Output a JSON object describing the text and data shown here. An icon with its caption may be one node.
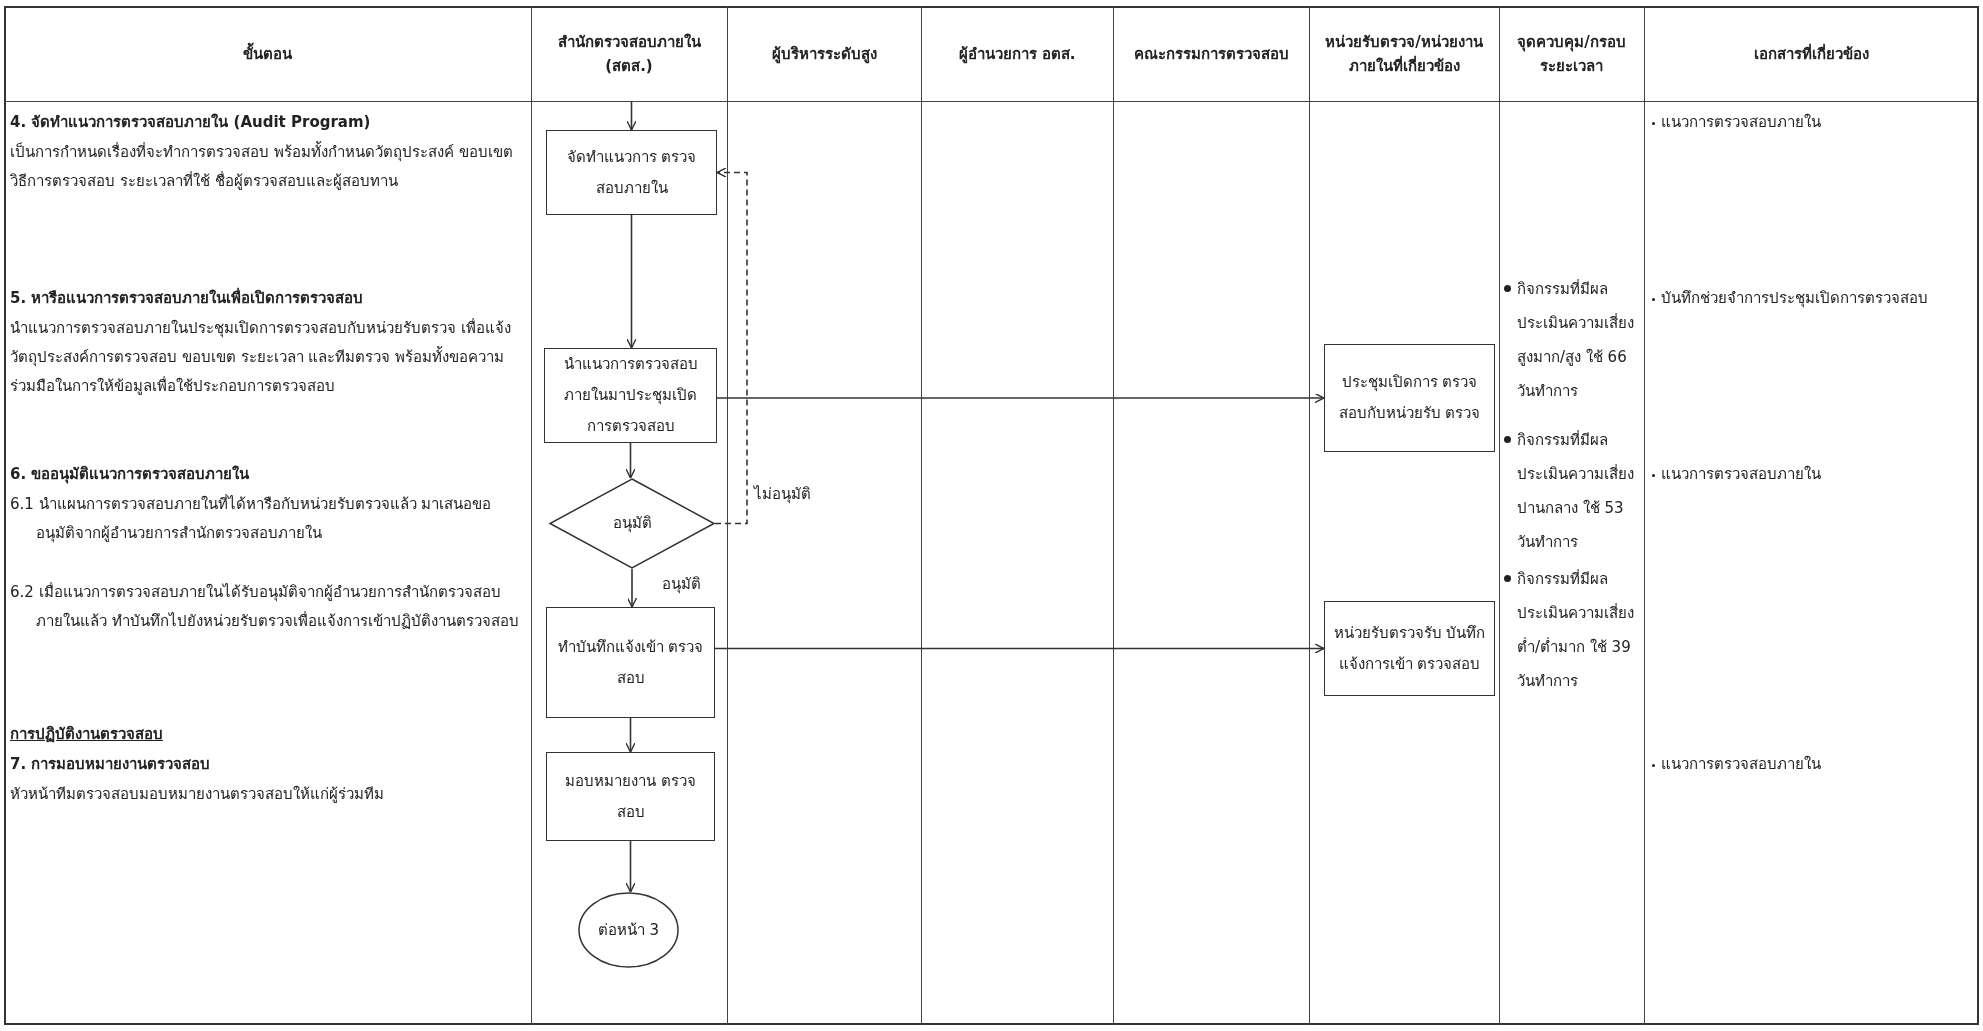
{
  "diagram": {
    "nodes": [
      {
        "text": [
          "จัดทำแนวการ ตรวจสอบภายใน"
        ]
      },
      {
        "text": [
          "นำแนวการตรวจสอบ ภายในมาประชุมเปิด การตรวจสอบ"
        ]
      },
      {
        "text": [
          "อนุมัติ"
        ]
      },
      {
        "text": [
          "ทำบันทึกแจ้งเข้า ตรวจสอบ"
        ]
      },
      {
        "text": [
          "มอบหมายงาน ตรวจสอบ"
        ]
      },
      {
        "text": [
          "ต่อหน้า 3"
        ]
      },
      {
        "text": [
          "ประชุมเปิดการ ตรวจสอบกับหน่วยรับ ตรวจ"
        ]
      },
      {
        "text": [
          "หน่วยรับตรวจรับ บันทึกแจ้งการเข้า ตรวจสอบ"
        ]
      }
    ],
    "edges": [
      {
        "from": null,
        "to": 0,
        "arrow": "to"
      },
      {
        "from": 0,
        "to": 1,
        "arrow": "to"
      },
      {
        "from": 1,
        "to": 2,
        "arrow": "to"
      },
      {
        "from": 2,
        "to": 3,
        "arrow": "to",
        "label": "อนุมัติ"
      },
      {
        "from": 3,
        "to": 4,
        "arrow": "to"
      },
      {
        "from": 4,
        "to": 5,
        "arrow": "to"
      },
      {
        "from": 2,
        "to": 0,
        "arrow": "to",
        "label": "ไม่อนุมัติ",
        "style": "dashed"
      },
      {
        "from": 1,
        "to": 6,
        "arrow": "to"
      },
      {
        "from": 3,
        "to": 7,
        "arrow": "to"
      }
    ],
    "labels": [
      "ขั้นตอน",
      "สำนักตรวจสอบภายใน (สตส.)",
      "ผู้บริหารระดับสูง",
      "ผู้อำนวยการ อตส.",
      "คณะกรรมการตรวจสอบ",
      "หน่วยรับตรวจ/หน่วยงานภายในที่เกี่ยวข้อง",
      "จุดควบคุม/กรอบระยะเวลา",
      "เอกสารที่เกี่ยวข้อง",
      "4. จัดทำแนวการตรวจสอบภายใน (Audit Program)",
      "เป็นการกำหนดเรื่องที่จะทำการตรวจสอบ พร้อมทั้งกำหนดวัตถุประสงค์ ขอบเขต วิธีการตรวจสอบ ระยะเวลาที่ใช้ ชื่อผู้ตรวจสอบและผู้สอบทาน",
      "5. หารือแนวการตรวจสอบภายในเพื่อเปิดการตรวจสอบ",
      "นำแนวการตรวจสอบภายในประชุมเปิดการตรวจสอบกับหน่วยรับตรวจ เพื่อแจ้งวัตถุประสงค์การตรวจสอบ ขอบเขต ระยะเวลา และทีมตรวจ พร้อมทั้งขอความร่วมมือในการให้ข้อมูลเพื่อใช้ประกอบการตรวจสอบ",
      "6. ขออนุมัติแนวการตรวจสอบภายใน",
      "6.1 นำแผนการตรวจสอบภายในที่ได้หารือกับหน่วยรับตรวจแล้ว มาเสนอขออนุมัติจากผู้อำนวยการสำนักตรวจสอบภายใน",
      "6.2 เมื่อแนวการตรวจสอบภายในได้รับอนุมัติจากผู้อำนวยการสำนักตรวจสอบภายในแล้ว ทำบันทึกไปยังหน่วยรับตรวจเพื่อแจ้งการเข้าปฏิบัติงานตรวจสอบ",
      "การปฏิบัติงานตรวจสอบ",
      "7. การมอบหมายงานตรวจสอบ",
      "หัวหน้าทีมตรวจสอบมอบหมายงานตรวจสอบให้แก่ผู้ร่วมทีม",
      "กิจกรรมที่มีผลประเมินความเสี่ยงสูงมาก/สูง ใช้ 66 วันทำการ",
      "กิจกรรมที่มีผลประเมินความเสี่ยงปานกลาง ใช้ 53 วันทำการ",
      "กิจกรรมที่มีผลประเมินความเสี่ยงต่ำ/ต่ำมาก ใช้ 39 วันทำการ",
      "แนวการตรวจสอบภายใน",
      "บันทึกช่วยจำการประชุมเปิดการตรวจสอบ",
      "แนวการตรวจสอบภายใน",
      "แนวการตรวจสอบภายใน"
    ]
  }
}
